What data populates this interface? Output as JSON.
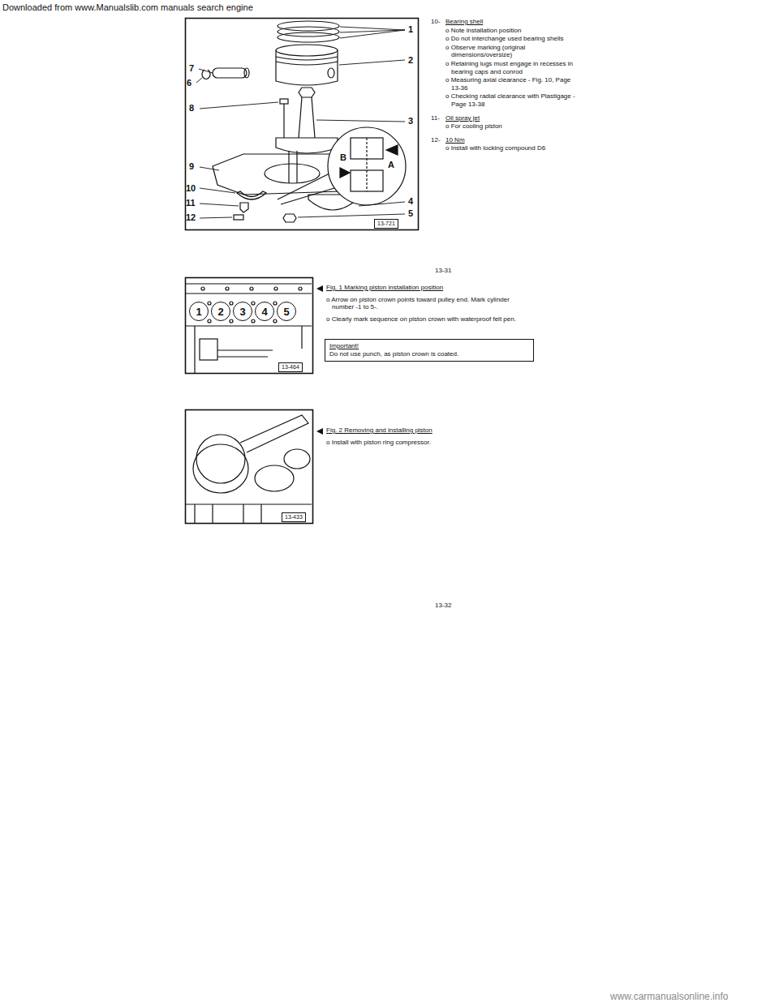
{
  "diagram": {
    "nodes": [
      {
        "text": [
          "13-721"
        ]
      },
      {
        "text": [
          "1"
        ]
      },
      {
        "text": [
          "2"
        ]
      },
      {
        "text": [
          "3"
        ]
      },
      {
        "text": [
          "4"
        ]
      },
      {
        "text": [
          "5"
        ]
      },
      {
        "text": [
          "13-464"
        ]
      },
      {
        "text": [
          "Important!",
          "Do not use punch, as piston crown is coated."
        ]
      },
      {
        "text": [
          "13-433"
        ]
      }
    ],
    "labels": [
      "Downloaded from www.Manualslib.com manuals search engine",
      "1",
      "2",
      "7",
      "6",
      "8",
      "3",
      "9",
      "B",
      "A",
      "10",
      "11",
      "4",
      "12",
      "5",
      "10-",
      "Bearing shell",
      "o Note installation position",
      "o Do not interchange used bearing shells",
      "o Observe marking (original dimensions/oversize)",
      "o Retaining lugs must engage in recesses in bearing caps and conrod",
      "o Measuring axial clearance - Fig. 10, Page 13-36",
      "o Checking radial clearance with Plastigage - Page 13-38",
      "11-",
      "Oil spray jet",
      "o For cooling piston",
      "12-",
      "10 Nm",
      "o Install with locking compound D6",
      "13-31",
      "Fig. 1 Marking piston installation position",
      "o Arrow on piston crown points toward pulley end. Mark cylinder number -1 to 5-.",
      "o Clearly mark sequence on piston crown with waterproof felt pen.",
      "Fig. 2 Removing and installing piston",
      "o Install with piston ring compressor.",
      "13-32",
      "www.carmanualsonline.info"
    ]
  }
}
